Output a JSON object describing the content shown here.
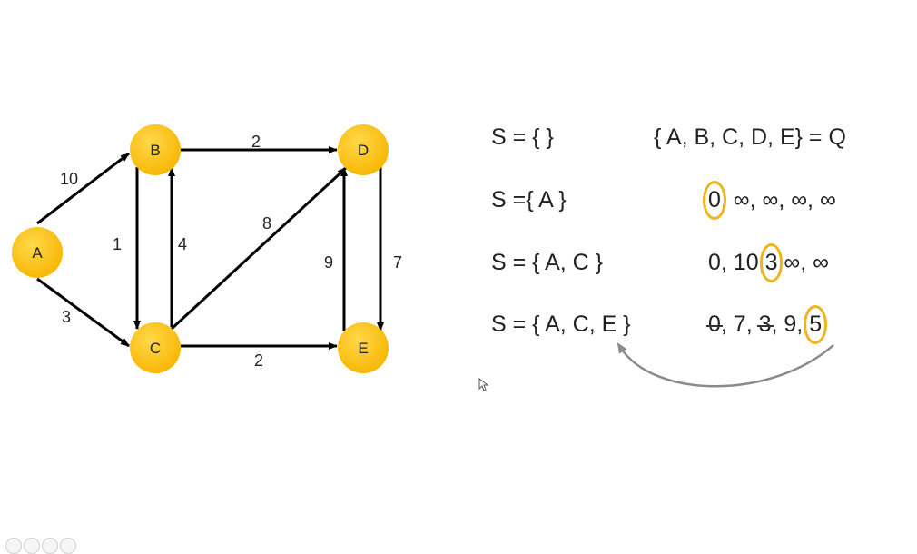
{
  "graph": {
    "nodes": [
      "A",
      "B",
      "C",
      "D",
      "E"
    ],
    "edges": [
      {
        "from": "A",
        "to": "B",
        "weight": "10"
      },
      {
        "from": "A",
        "to": "C",
        "weight": "3"
      },
      {
        "from": "B",
        "to": "D",
        "weight": "2"
      },
      {
        "from": "B",
        "to": "C",
        "weight": "1"
      },
      {
        "from": "C",
        "to": "B",
        "weight": "4"
      },
      {
        "from": "C",
        "to": "D",
        "weight": "8"
      },
      {
        "from": "C",
        "to": "E",
        "weight": "2"
      },
      {
        "from": "E",
        "to": "D",
        "weight": "9"
      },
      {
        "from": "D",
        "to": "E",
        "weight": "7"
      }
    ]
  },
  "steps": {
    "row1": {
      "s": "S = { }",
      "right": "{ A, B, C, D, E} = Q"
    },
    "row2": {
      "s": "S ={ A }",
      "v0": "0",
      "sep0": ",",
      "rest": " ∞, ∞, ∞, ∞"
    },
    "row3": {
      "s": "S = { A, C }",
      "pre": "0, 10,",
      "v2": "3",
      "rest": " ∞, ∞"
    },
    "row4": {
      "s": "S = { A, C, E }",
      "v0": "0",
      "t1": ", 7, ",
      "v2": "3",
      "t2": ", 9, ",
      "v4": "5"
    }
  },
  "colors": {
    "node_fill": "#fdc20a",
    "highlight": "#f0b41b",
    "arc": "#8a8a8a"
  }
}
